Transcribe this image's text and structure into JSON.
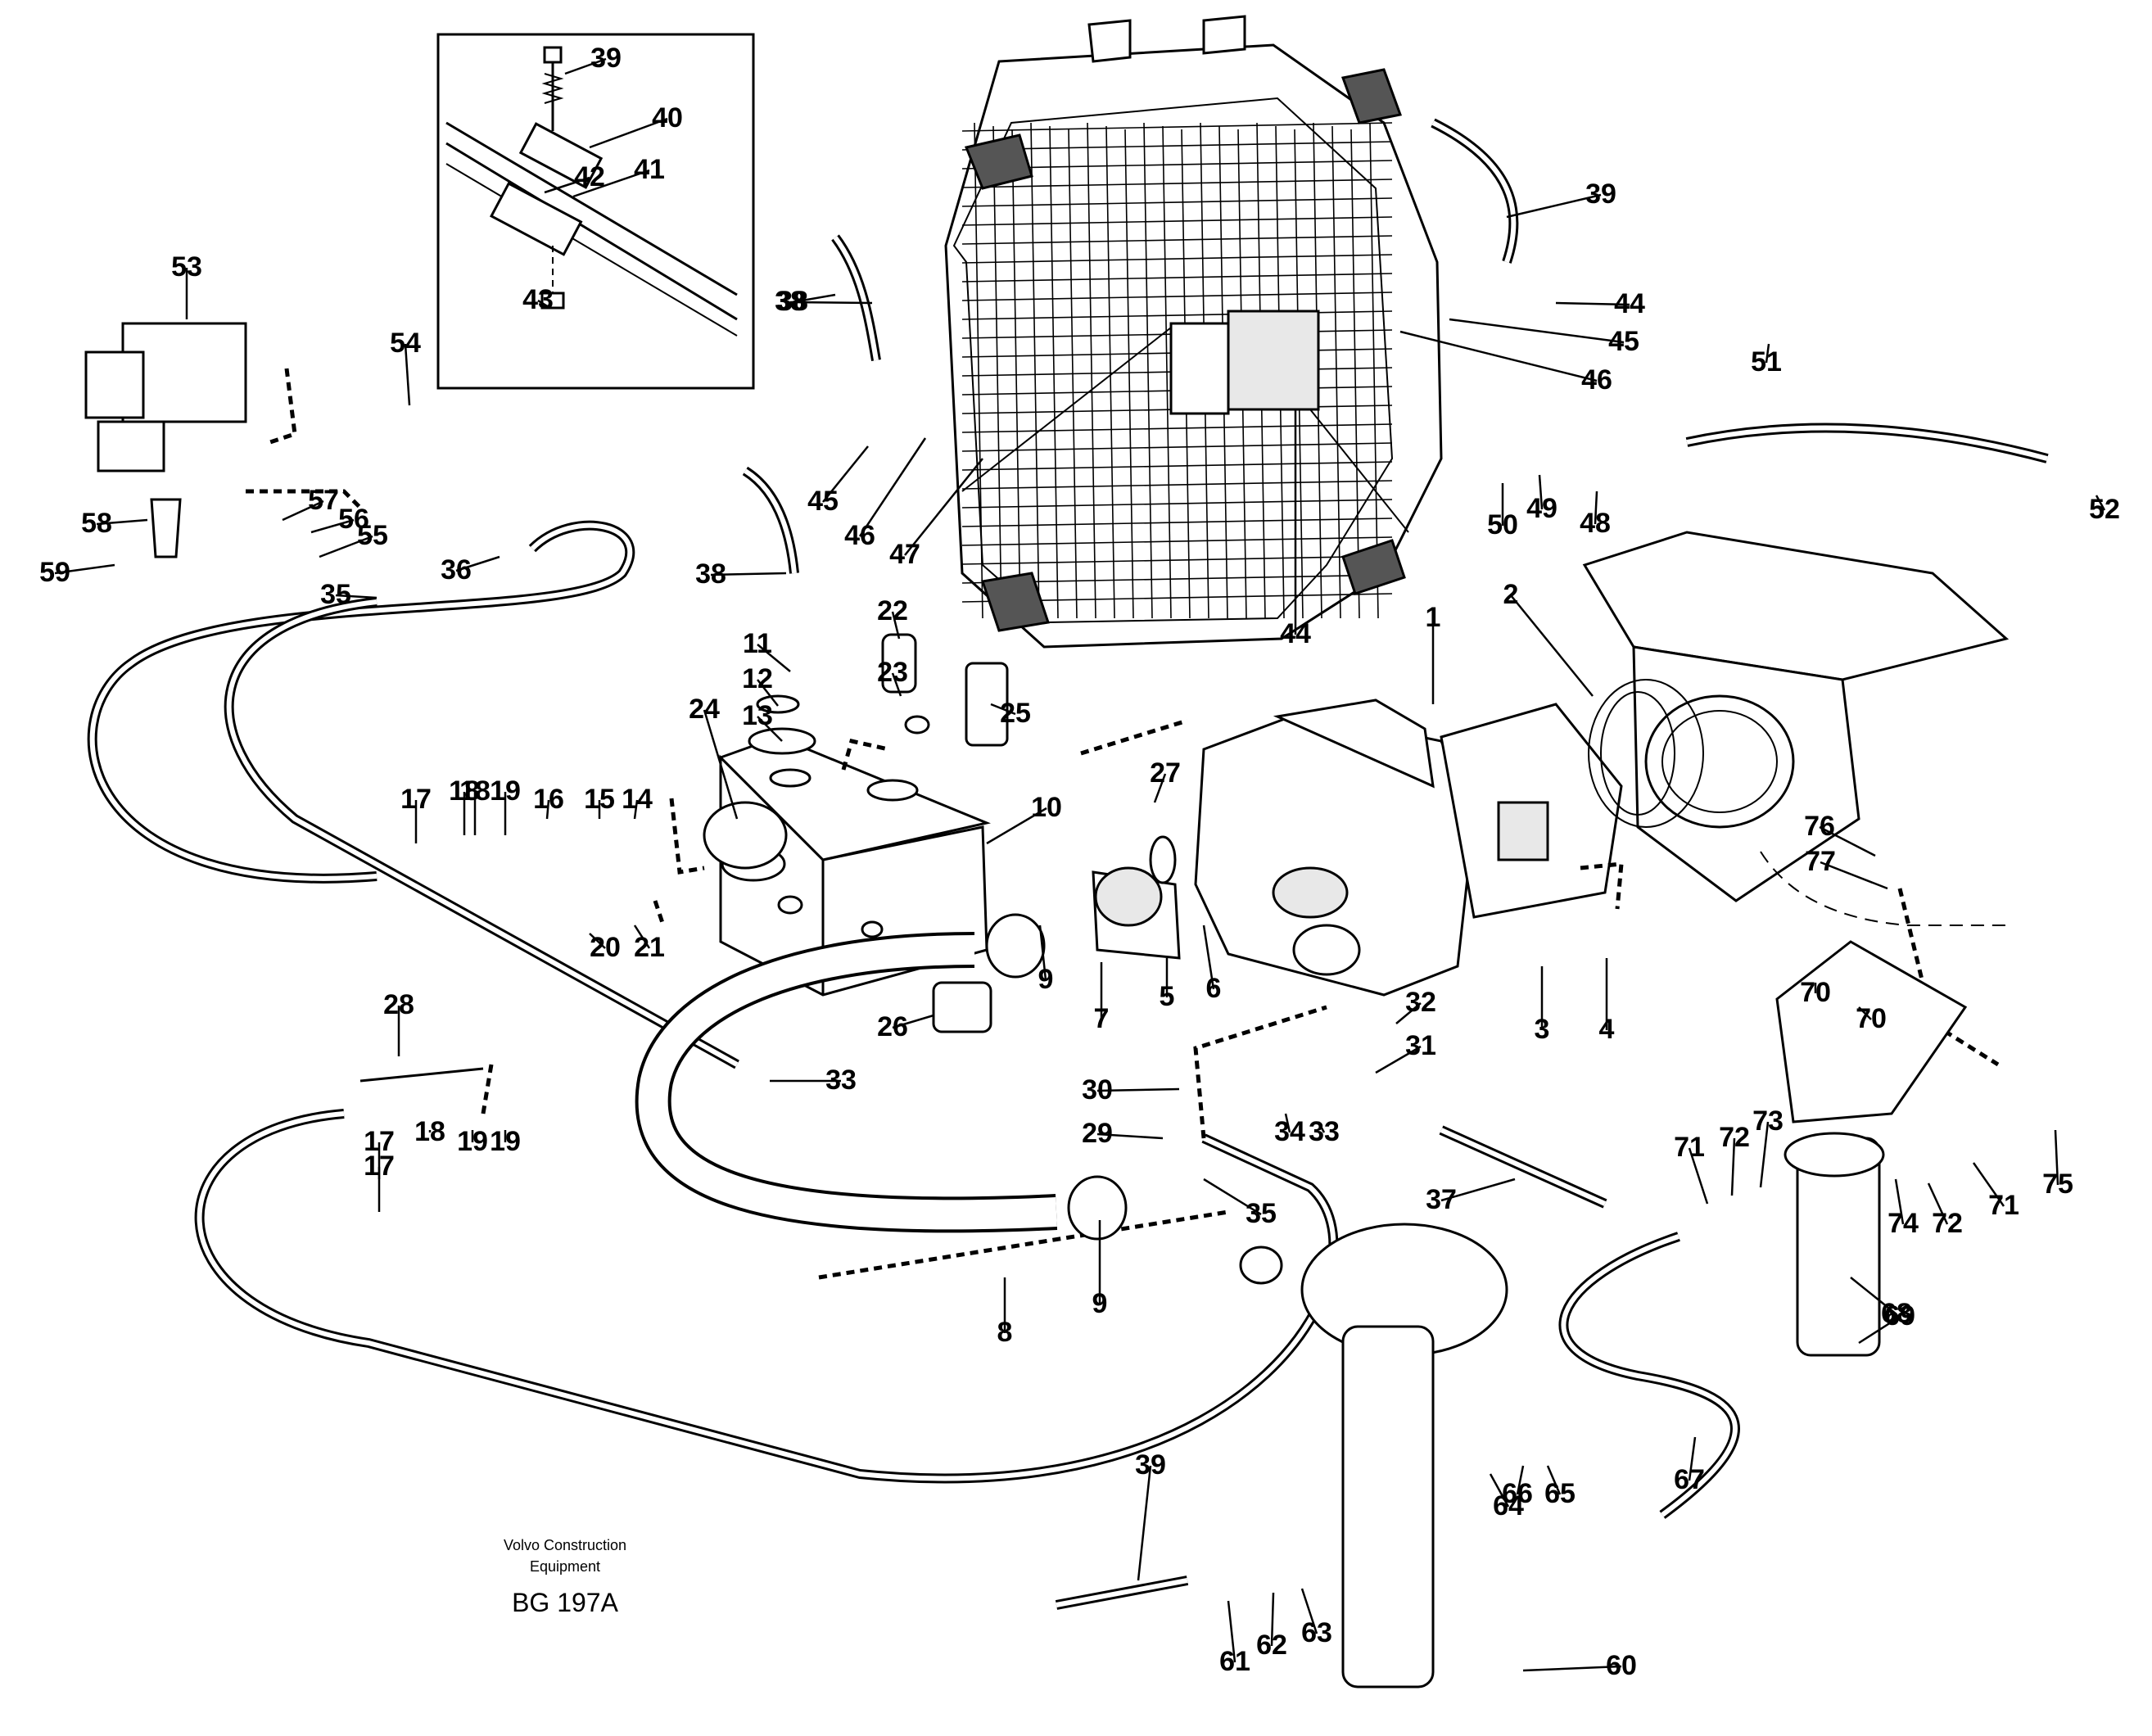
{
  "credit": {
    "line1": "Volvo Construction",
    "line2": "Equipment",
    "code": "BG 197A"
  },
  "part_labels": [
    "1",
    "2",
    "3",
    "4",
    "5",
    "6",
    "7",
    "8",
    "9",
    "9",
    "10",
    "11",
    "12",
    "13",
    "14",
    "15",
    "16",
    "17",
    "17",
    "17",
    "18",
    "18",
    "18",
    "19",
    "19",
    "19",
    "20",
    "21",
    "22",
    "23",
    "24",
    "25",
    "26",
    "27",
    "28",
    "29",
    "30",
    "31",
    "32",
    "33",
    "33",
    "34",
    "35",
    "35",
    "36",
    "37",
    "38",
    "38",
    "38",
    "39",
    "39",
    "39",
    "40",
    "41",
    "42",
    "43",
    "44",
    "44",
    "45",
    "45",
    "46",
    "46",
    "47",
    "48",
    "49",
    "50",
    "51",
    "52",
    "53",
    "54",
    "55",
    "56",
    "57",
    "58",
    "59",
    "60",
    "61",
    "62",
    "63",
    "64",
    "65",
    "66",
    "67",
    "68",
    "69",
    "70",
    "70",
    "71",
    "71",
    "72",
    "72",
    "73",
    "74",
    "75",
    "76",
    "77"
  ]
}
